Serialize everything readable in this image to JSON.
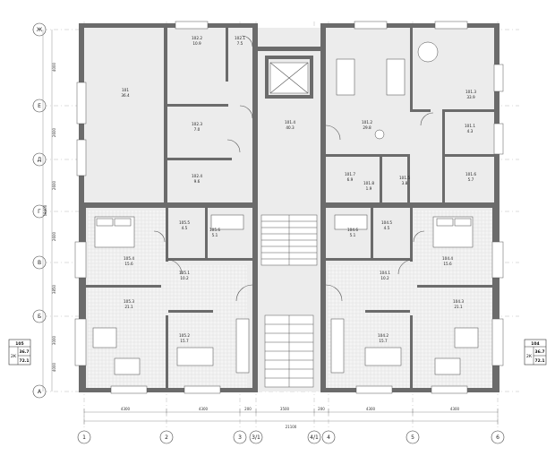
{
  "axes": {
    "columns": [
      "1",
      "2",
      "3",
      "3/1",
      "4/1",
      "4",
      "5",
      "6"
    ],
    "rows": [
      "Ж",
      "Е",
      "Д",
      "Г",
      "В",
      "Б",
      "А"
    ]
  },
  "rooms": [
    {
      "num": "101",
      "area": "36.4"
    },
    {
      "num": "102.2",
      "area": "10.9"
    },
    {
      "num": "102.1",
      "area": "7.5"
    },
    {
      "num": "102.3",
      "area": "7.0"
    },
    {
      "num": "102.4",
      "area": "9.6"
    },
    {
      "num": "101.4",
      "area": "40.3"
    },
    {
      "num": "101.2",
      "area": "29.8"
    },
    {
      "num": "101.3",
      "area": "33.9"
    },
    {
      "num": "101.1",
      "area": "4.3"
    },
    {
      "num": "101.7",
      "area": "6.9"
    },
    {
      "num": "101.8",
      "area": "1.9"
    },
    {
      "num": "101.5",
      "area": "3.8"
    },
    {
      "num": "101.6",
      "area": "5.7"
    },
    {
      "num": "105.5",
      "area": "4.5"
    },
    {
      "num": "105.6",
      "area": "5.1"
    },
    {
      "num": "105.4",
      "area": "15.6"
    },
    {
      "num": "105.1",
      "area": "10.2"
    },
    {
      "num": "105.3",
      "area": "21.1"
    },
    {
      "num": "105.2",
      "area": "15.7"
    },
    {
      "num": "104.6",
      "area": "5.1"
    },
    {
      "num": "104.5",
      "area": "4.5"
    },
    {
      "num": "104.4",
      "area": "15.6"
    },
    {
      "num": "104.1",
      "area": "10.2"
    },
    {
      "num": "104.3",
      "area": "21.1"
    },
    {
      "num": "104.2",
      "area": "15.7"
    }
  ],
  "dims": {
    "bottom": [
      "4300",
      "4300",
      "200",
      "3500",
      "200",
      "4300",
      "4300"
    ],
    "total": "21100",
    "left": [
      "4000",
      "2600",
      "2600",
      "2600",
      "3850",
      "3000",
      "4000"
    ],
    "left_total": "18400"
  },
  "apartments": [
    {
      "num": "105",
      "rooms": "2К",
      "area_living": "36.7",
      "area_total": "72.1"
    },
    {
      "num": "104",
      "rooms": "2К",
      "area_living": "36.7",
      "area_total": "72.1"
    }
  ]
}
